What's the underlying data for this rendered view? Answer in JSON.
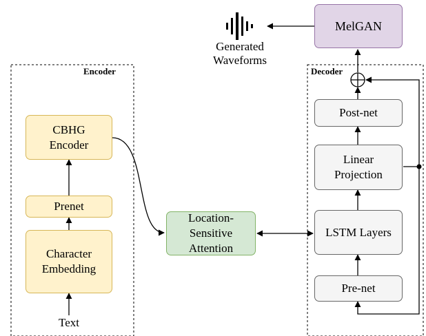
{
  "encoder": {
    "title": "Encoder",
    "cbhg": "CBHG\nEncoder",
    "prenet": "Prenet",
    "char_embedding": "Character\nEmbedding",
    "input": "Text"
  },
  "attention": {
    "label": "Location-\nSensitive\nAttention"
  },
  "decoder": {
    "title": "Decoder",
    "postnet": "Post-net",
    "linear_projection": "Linear\nProjection",
    "lstm": "LSTM Layers",
    "prenet": "Pre-net"
  },
  "vocoder": {
    "label": "MelGAN"
  },
  "output": {
    "label": "Generated\nWaveforms"
  },
  "colors": {
    "yellow_fill": "#fff2cc",
    "yellow_border": "#d6b656",
    "green_fill": "#d5e8d4",
    "green_border": "#82b366",
    "gray_fill": "#f5f5f5",
    "gray_border": "#666666",
    "purple_fill": "#e1d5e7",
    "purple_border": "#9673a6"
  }
}
